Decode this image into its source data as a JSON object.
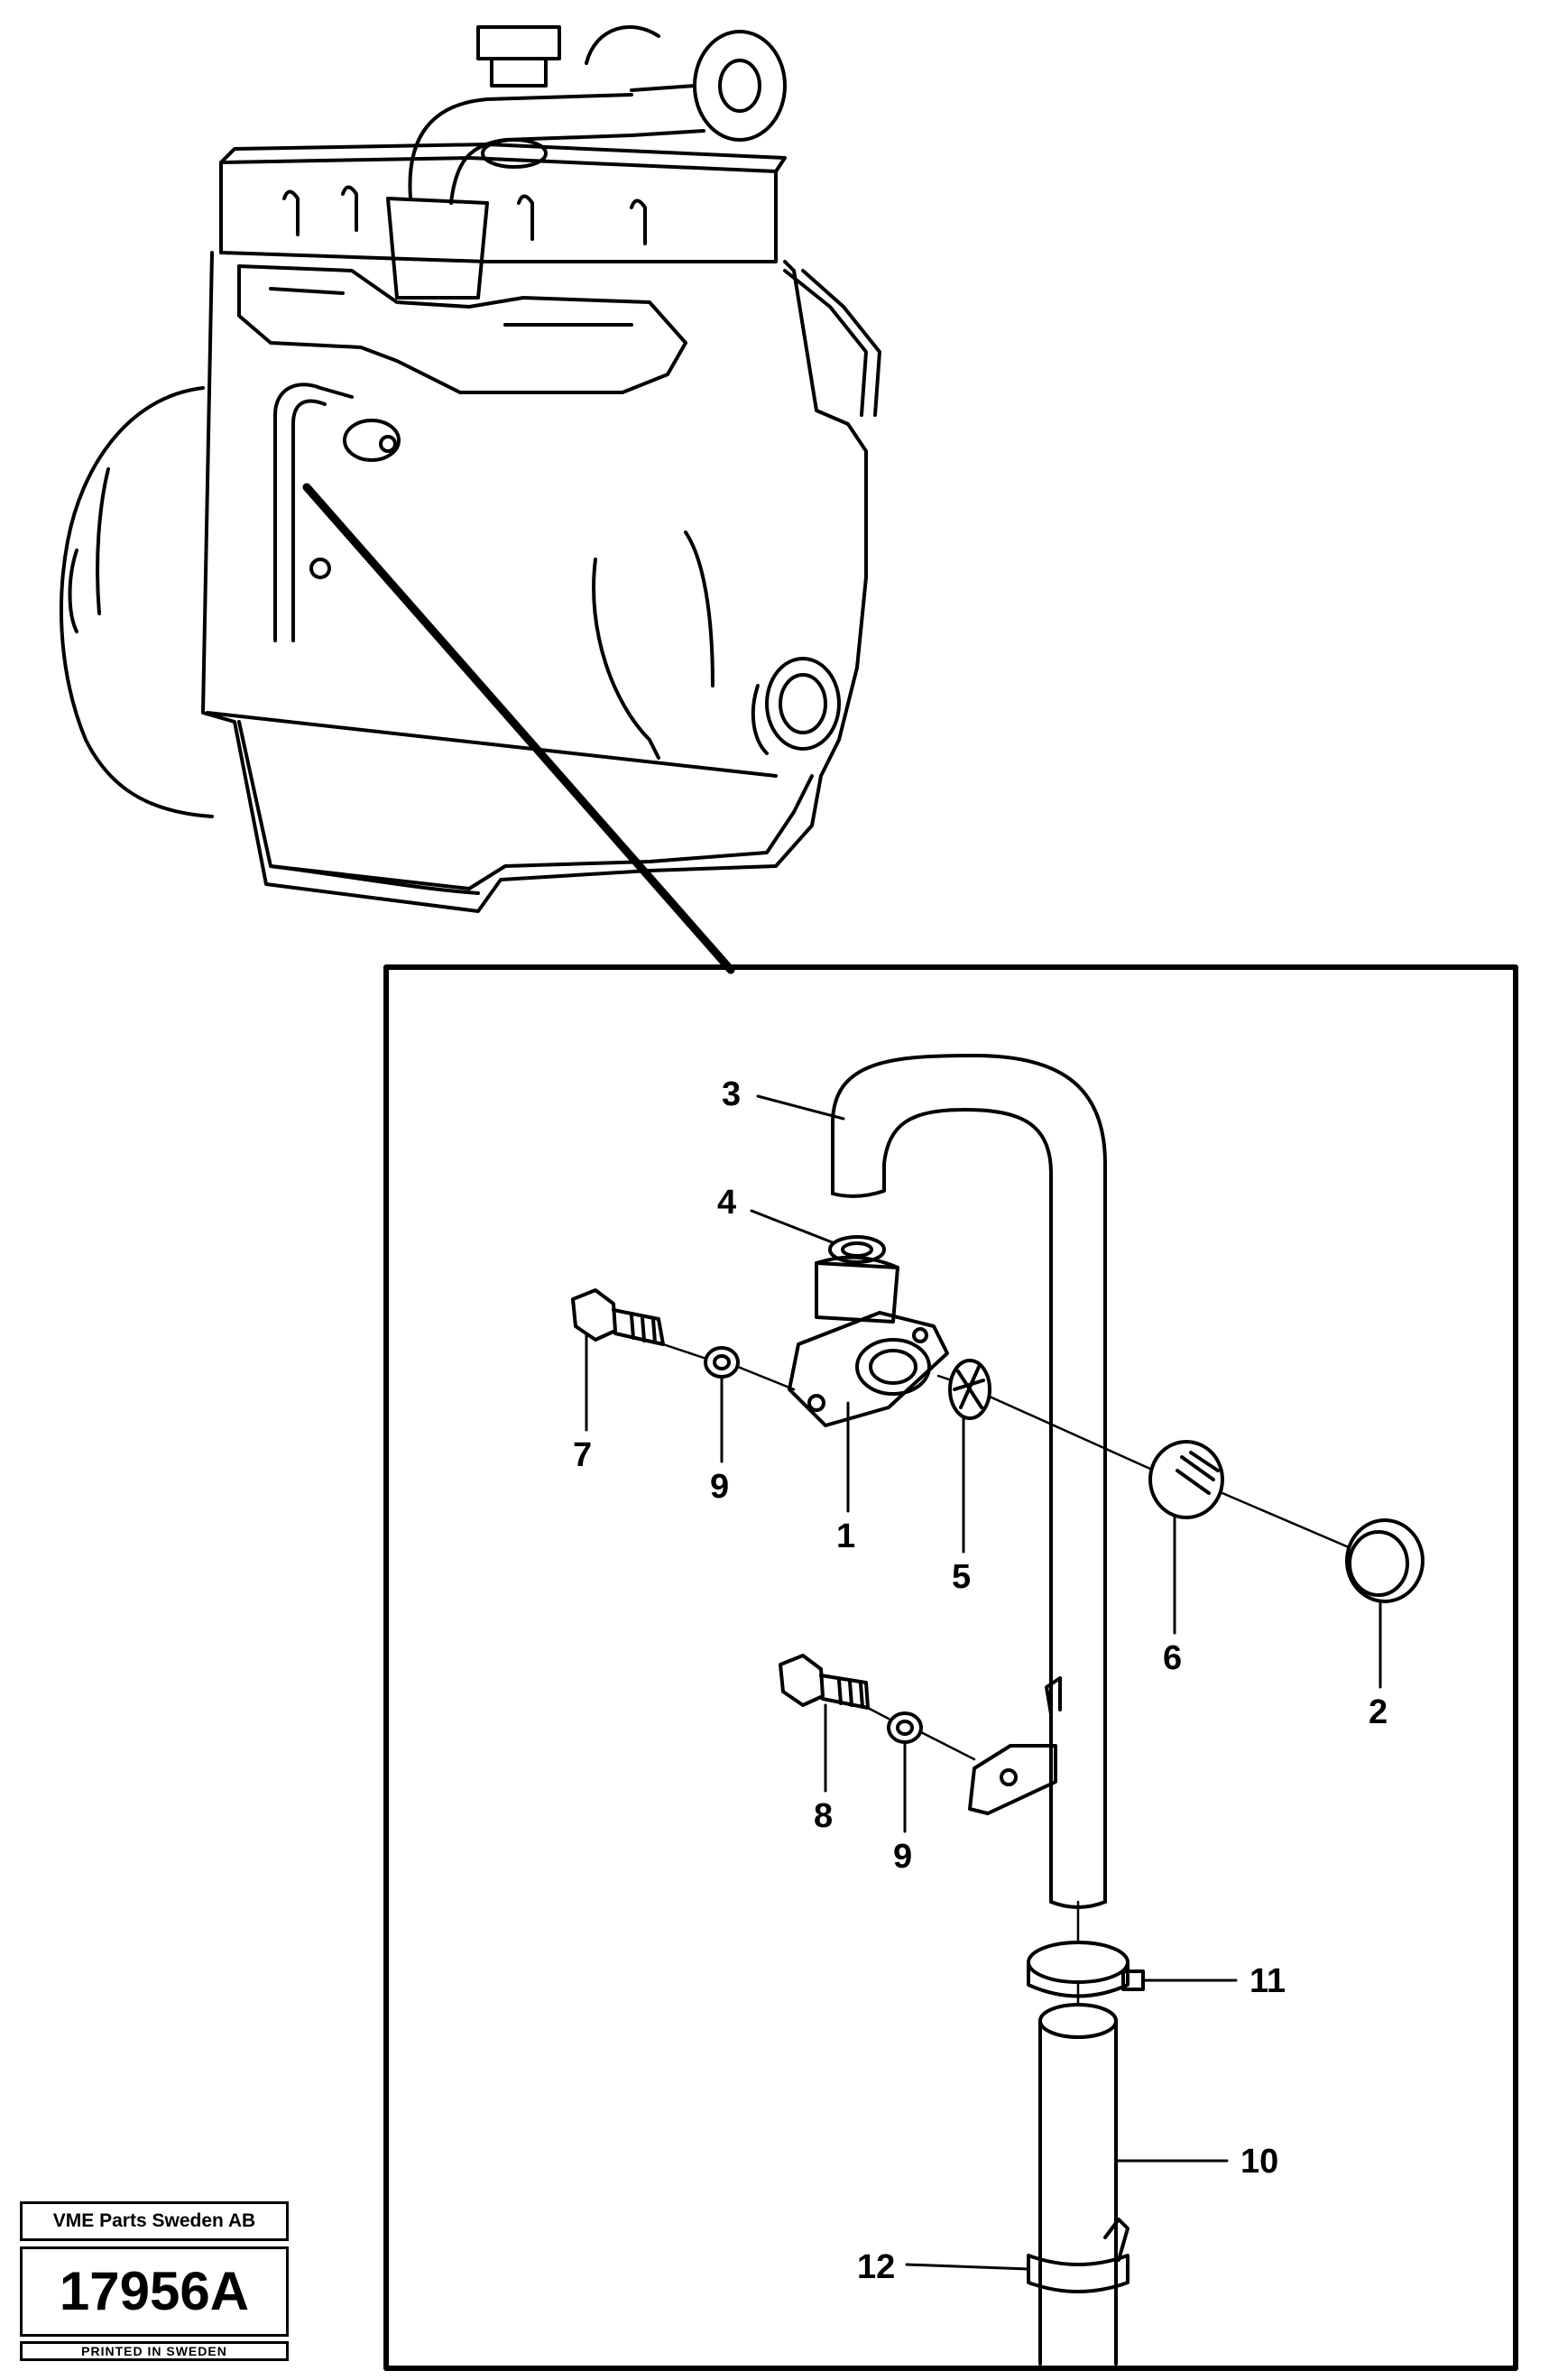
{
  "callouts": {
    "c1": "1",
    "c2": "2",
    "c3": "3",
    "c4": "4",
    "c5": "5",
    "c6": "6",
    "c7": "7",
    "c8": "8",
    "c9a": "9",
    "c9b": "9",
    "c10": "10",
    "c11": "11",
    "c12": "12"
  },
  "stamp": {
    "company": "VME Parts Sweden AB",
    "number": "17956A",
    "printed": "PRINTED IN SWEDEN"
  }
}
